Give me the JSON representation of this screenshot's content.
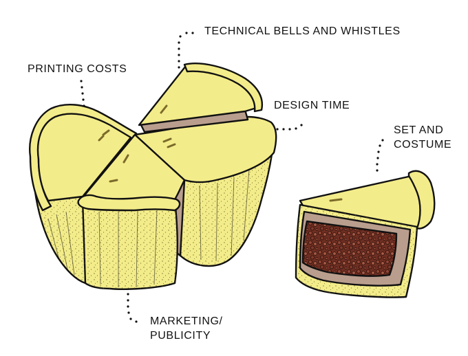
{
  "labels": {
    "technical": "TECHNICAL BELLS AND WHISTLES",
    "printing": "PRINTING COSTS",
    "design": "DESIGN TIME",
    "set_line1": "SET AND",
    "set_line2": "COSTUME",
    "marketing_line1": "MARKETING/",
    "marketing_line2": "PUBLICITY"
  },
  "colors": {
    "pastry": "#f3ec8a",
    "pastry_shadow": "#e8dd72",
    "meat_layer": "#b99e8e",
    "filling": "#6e2e22",
    "filling_light": "#a45a44",
    "outline": "#111111",
    "background": "#ffffff"
  }
}
